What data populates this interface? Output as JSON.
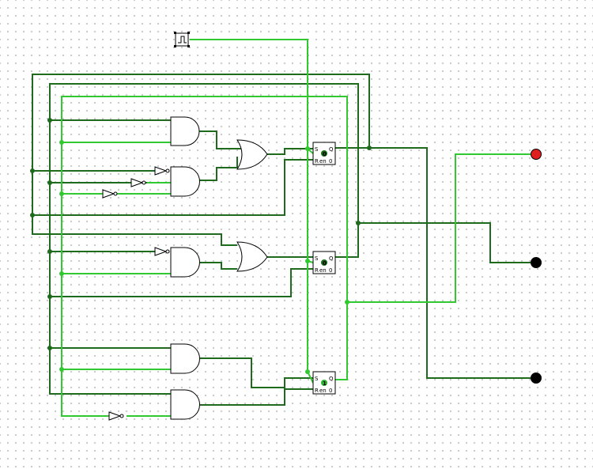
{
  "flipflops": [
    {
      "s": "S",
      "q": "Q",
      "r": "R",
      "en": "en",
      "zero": "0",
      "state": "0"
    },
    {
      "s": "S",
      "q": "Q",
      "r": "R",
      "en": "en",
      "zero": "0",
      "state": "0"
    },
    {
      "s": "S",
      "q": "Q",
      "r": "R",
      "en": "en",
      "zero": "0",
      "state": "1"
    }
  ],
  "outputs": [
    {
      "value": "1",
      "color": "#e02020"
    },
    {
      "value": "0",
      "color": "#000000"
    },
    {
      "value": "0",
      "color": "#000000"
    }
  ],
  "colors": {
    "wire_dark": "#1e6b1e",
    "wire_light": "#32c832",
    "bit_on": "#2fb52f",
    "bit_off": "#1e6b1e"
  },
  "clock": {
    "icon": "clock-icon"
  }
}
